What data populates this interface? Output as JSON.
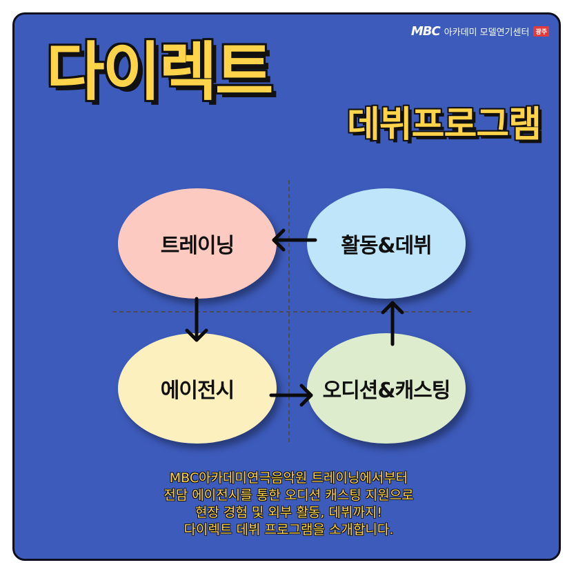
{
  "brand": {
    "logo": "MBC",
    "name": "아카데미 모델연기센터",
    "badge": "광주"
  },
  "title": {
    "main": "다이렉트",
    "sub": "데뷔프로그램"
  },
  "nodes": {
    "training": "트레이닝",
    "debut": "활동&데뷔",
    "agency": "에이전시",
    "audition": "오디션&캐스팅"
  },
  "colors": {
    "background": "#3d5bbb",
    "title": "#ffd34a",
    "training": "#fccac0",
    "debut": "#bfe5fb",
    "agency": "#fdf0bf",
    "audition": "#dceccc"
  },
  "description": [
    "MBC아카데미연극음악원 트레이닝에서부터",
    "전담 에이전시를 통한 오디션 캐스팅 지원으로",
    "현장 경험 및 외부 활동, 데뷔까지!",
    "다이렉트 데뷔 프로그램을 소개합니다."
  ]
}
